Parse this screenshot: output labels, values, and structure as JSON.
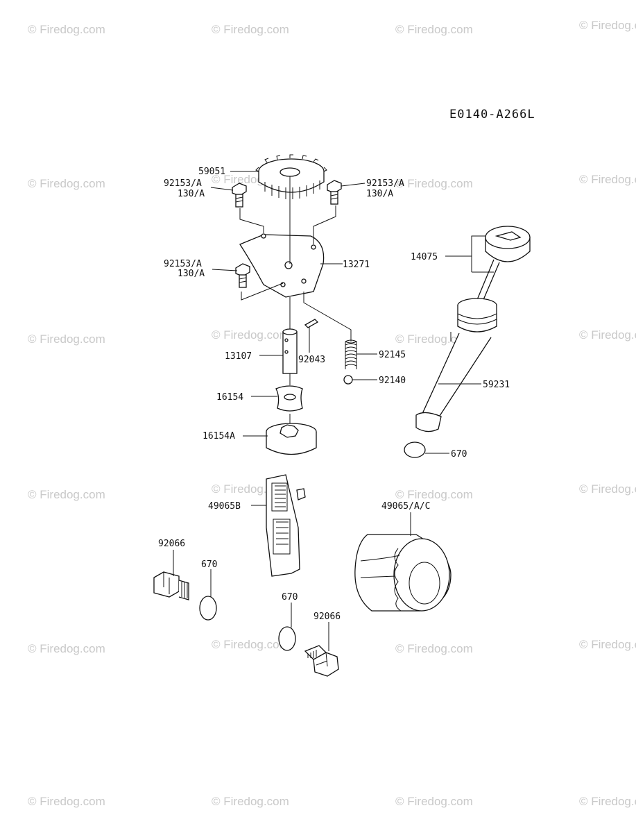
{
  "diagram_code": "E0140-A266L",
  "watermark": "© Firedog.com",
  "labels": {
    "l59051": "59051",
    "l92153a_tl": "92153/A",
    "l130a_tl": "130/A",
    "l92153a_tr": "92153/A",
    "l130a_tr": "130/A",
    "l92153a_ml": "92153/A",
    "l130a_ml": "130/A",
    "l13271": "13271",
    "l14075": "14075",
    "l13107": "13107",
    "l92043": "92043",
    "l92145": "92145",
    "l92140": "92140",
    "l59231": "59231",
    "l16154": "16154",
    "l16154a": "16154A",
    "l670_r": "670",
    "l49065b": "49065B",
    "l49065ac": "49065/A/C",
    "l92066_l": "92066",
    "l670_l": "670",
    "l670_c": "670",
    "l92066_c": "92066"
  }
}
